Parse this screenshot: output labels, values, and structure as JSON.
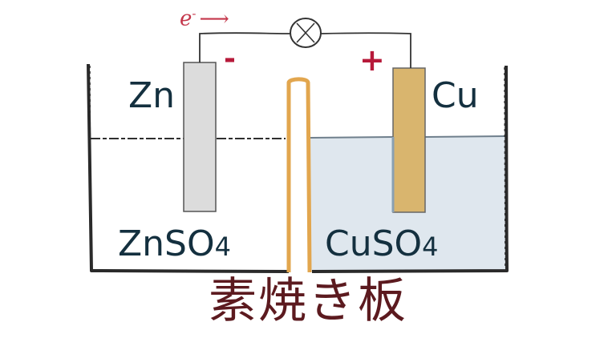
{
  "electrodes": {
    "anode": {
      "metal": "Zn",
      "sign": "-",
      "color": "#dcdcdc"
    },
    "cathode": {
      "metal": "Cu",
      "sign": "+",
      "color": "#d9b56e"
    }
  },
  "solutions": {
    "left": {
      "formula": "ZnSO",
      "subscript": "4",
      "color": "#ffffff"
    },
    "right": {
      "formula": "CuSO",
      "subscript": "4",
      "color": "#dfe7ee"
    }
  },
  "wire": {
    "electron_symbol": "e",
    "electron_charge": "-",
    "arrow_glyph": "⟶",
    "bulb_icon": "lamp-icon"
  },
  "separator": {
    "label": "素焼き板",
    "color": "#e2a64e"
  },
  "colors": {
    "text": "#14303f",
    "sign": "#b71a3a",
    "caption": "#5c1a1f",
    "outline": "#2a2a2a"
  }
}
